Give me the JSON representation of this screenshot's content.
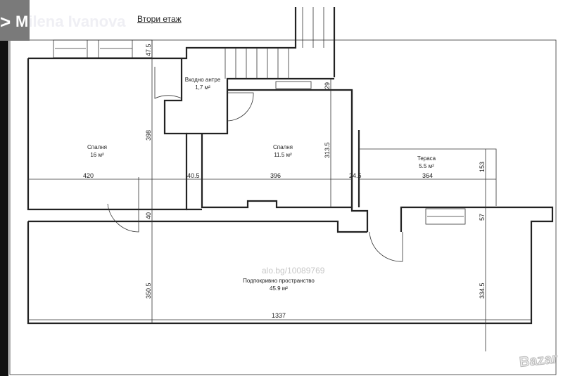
{
  "watermark_user": {
    "first_letter": "M",
    "rest": "ilena Ivanova"
  },
  "floor_title": "Втори етаж",
  "rooms": [
    {
      "name": "Спалня",
      "area": "16 м²"
    },
    {
      "name": "Входно антре",
      "area": "1,7 м²"
    },
    {
      "name": "Спалня",
      "area": "11.5 м²"
    },
    {
      "name": "Тераса",
      "area": "5.5 м²"
    },
    {
      "name": "Подпокривно пространство",
      "area": "45.9 м²"
    }
  ],
  "dimensions": [
    "47.5",
    "398",
    "420",
    "40.5",
    "29",
    "313.5",
    "396",
    "24.5",
    "364",
    "153",
    "40",
    "57",
    "350.5",
    "334.5",
    "1337"
  ],
  "source_watermark": "alo.bg/10089769",
  "brand_logo": "Bazar"
}
